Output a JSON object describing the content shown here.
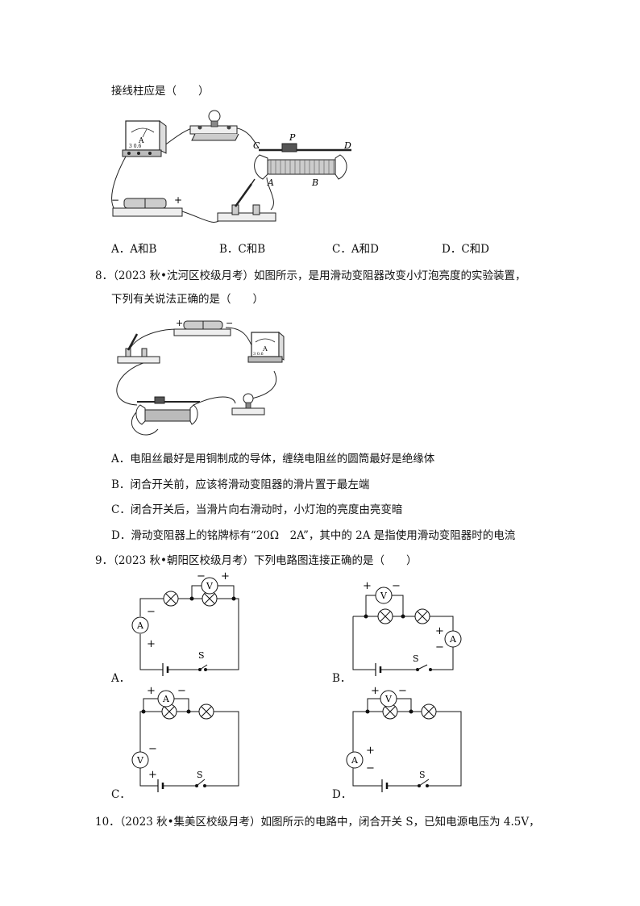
{
  "q7": {
    "stem_tail": "接线柱应是（　　）",
    "figure_labels": {
      "ammeter": "A",
      "ammeter_scale": "3 0.6",
      "P": "P",
      "C": "C",
      "D": "D",
      "A": "A",
      "B": "B",
      "minus": "−",
      "plus": "+"
    },
    "options": [
      "A．A和B",
      "B．C和B",
      "C．A和D",
      "D．C和D"
    ]
  },
  "q8": {
    "line1": "8．（2023 秋•沈河区校级月考）如图所示，是用滑动变阻器改变小灯泡亮度的实验装置，",
    "line2": "下列有关说法正确的是（　　）",
    "figure_labels": {
      "ammeter": "A",
      "ammeter_scale": "3 0.6",
      "plus": "+",
      "minus": "−"
    },
    "options": [
      "A．电阻丝最好是用铜制成的导体，缠绕电阻丝的圆筒最好是绝缘体",
      "B．闭合开关前，应该将滑动变阻器的滑片置于最左端",
      "C．闭合开关后，当滑片向右滑动时，小灯泡的亮度由亮变暗",
      "D．滑动变阻器上的铭牌标有“20Ω　2A”，其中的 2A 是指使用滑动变阻器时的电流"
    ]
  },
  "q9": {
    "stem": "9．（2023 秋•朝阳区校级月考）下列电路图连接正确的是（　　）",
    "labels": [
      "A．",
      "B．",
      "C．",
      "D．"
    ],
    "symbols": {
      "voltmeter": "V",
      "ammeter": "A",
      "switch": "S",
      "plus": "+",
      "minus": "−"
    }
  },
  "q10": {
    "stem": "10．（2023 秋•集美区校级月考）如图所示的电路中，闭合开关 S，已知电源电压为 4.5V，"
  }
}
